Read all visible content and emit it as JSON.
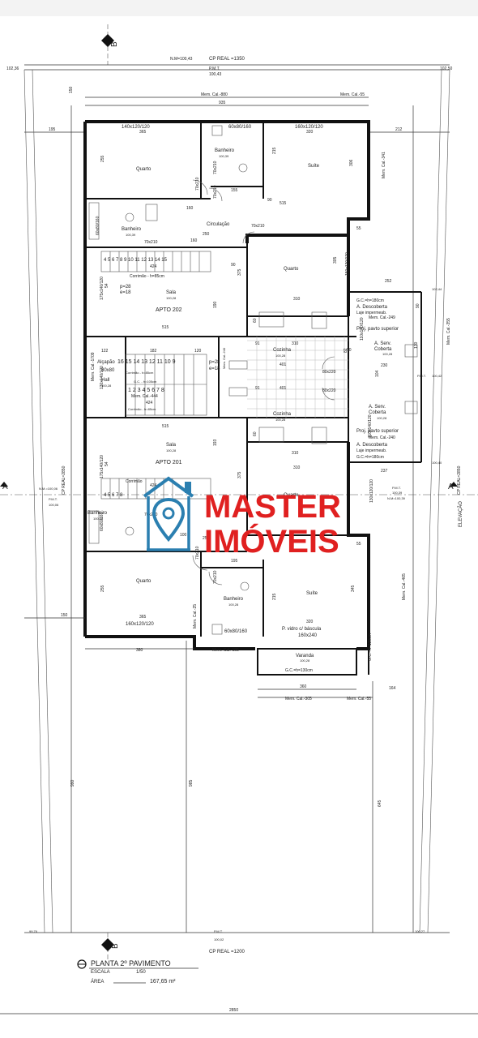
{
  "header": {
    "pmt": "P.M.T.",
    "nm_top": "N.M=100,43",
    "cp_real_top": "CP REAL =1350",
    "level_top": "100,43",
    "level_left": "102,36",
    "level_right": "102,50",
    "section_b": "B",
    "section_a": "A"
  },
  "dims": {
    "mem_cal_880": "Mem. Cal.-880",
    "d935": "935",
    "mem_cal_55": "Mem. Cal.-55",
    "d195": "195",
    "d212": "212",
    "d150": "150",
    "mem_cal_341": "Mem. Cal.-341",
    "mem_cal_1709": "Mem. Cal.-1709",
    "cp_real_2850_left": "CP REAL=2850",
    "cp_real_2850_right": "CP REAL=2850",
    "elevacao": "ELEVAÇÃO",
    "mem_cal_355": "Mem. Cal.-355",
    "mem_cal_465": "Mem. Cal.-465",
    "d990": "990",
    "d985": "985",
    "d645": "645",
    "d380": "380",
    "mem_cal_195": "Mem. Cal.-195",
    "mem_cal_25": "Mem. Cal.-25",
    "d360": "360",
    "mem_cal_305": "Mem. Cal.-305",
    "mem_cal_55b": "Mem. Cal.-55",
    "d164": "164",
    "d2850": "2850",
    "d150b": "150"
  },
  "rooms": {
    "quarto_top": "Quarto",
    "quarto_top_win": "140x120/120",
    "quarto_top_w": "365",
    "banheiro_top": "Banheiro",
    "banheiro_top_lvl": "100,39",
    "banheiro_top_win": "60x80/160",
    "suite_top": "Suíte",
    "suite_top_win": "160x120/120",
    "suite_top_w": "320",
    "d306_top": "306",
    "d255_top": "255",
    "d215_top": "215",
    "d155_top": "155",
    "d515_top": "515",
    "door_70x210_a": "70x210",
    "door_70x210_b": "70x210",
    "door_70x210_c": "70x210",
    "door_70x210_d": "70x210",
    "door_70x210_e": "70x210",
    "banheiro_mid_top": "Banheiro",
    "banheiro_mid_top_lvl": "100,39",
    "win_60x80_a": "60x80/160",
    "circulacao": "Circulação",
    "d250": "250",
    "d160": "160",
    "d160b": "160",
    "quarto_right_top": "Quarto",
    "win_150x120": "150x120/120",
    "d305": "305",
    "d310_qr": "310",
    "d55_top": "55",
    "d252": "252",
    "d90_a": "90",
    "d375": "375",
    "d190": "190",
    "stairs_top": "4 5 6 7 8 9 10 11 12 13 14 15",
    "corrimao_a": "Corrimão - h=85cm",
    "p28_a": "p=28",
    "e18_a": "e=18",
    "d424_a": "424",
    "sala_top": "Sala",
    "sala_top_lvl": "100,28",
    "apto_202": "APTO 202",
    "win_175x140": "175x140/120",
    "d515_sala": "515",
    "d54": "54",
    "gc_180_top": "G.C.=h=180cm",
    "a_desc_top": "A. Descoberta",
    "laje_top": "Laje impermeab.",
    "mem_cal_249": "Mem. Cal.-249",
    "proj_pavto_top": "Proj. pavto superior",
    "a_serv_top": "A. Serv.",
    "coberta_top": "Coberta",
    "a_serv_top_lvl": "100,28",
    "d230_a": "230",
    "d170_a": "170",
    "d90_b": "90",
    "lvl_102_44": "102,44",
    "cozinha_top": "Cozinha",
    "cozinha_top_lvl": "100,28",
    "d310_ck": "310",
    "d401_a": "401",
    "d91_a": "91",
    "win_80x220_a": "80x220",
    "win_110x140_a": "110x140/120",
    "d90_c": "90",
    "d60_a": "60",
    "d82_a": "82",
    "d104": "104",
    "alcapao": "Alçapão",
    "alcapao_dim": "80x80",
    "hall": "Hall",
    "hall_lvl": "100,28",
    "win_130x140": "130x140/120",
    "d122": "122",
    "d182": "182",
    "d120": "120",
    "stairs_mid_a": "16 15 14 13 12 11 10 9",
    "corrimao_b": "Corrimão - h=85cm",
    "gc_105": "G.C. - h=105cm",
    "stairs_mid_b": "1 2 3 4 5 6 7 8",
    "mem_cal_444": "Mem. Cal.-444",
    "d424_b": "424",
    "corrimao_c": "Corrimão - h=85cm",
    "p28_b": "p=28",
    "e18_b": "e=18",
    "mem_cal_240_a": "Mem. Cal.-240",
    "lvl_100_42": "100,42",
    "pm_label": "P.M.T.",
    "cozinha_bot": "Cozinha",
    "cozinha_bot_lvl": "100,28",
    "d401_b": "401",
    "d310_ck2": "310",
    "d91_b": "91",
    "win_80x220_b": "80x220",
    "d60_b": "60",
    "a_serv_bot": "A. Serv.",
    "coberta_bot": "Coberta",
    "a_serv_bot_lvl": "100,28",
    "proj_pavto_bot": "Proj. pavto superior",
    "mem_cal_240_b": "Mem. Cal.-240",
    "a_desc_bot": "A. Descoberta",
    "laje_bot": "Laje impermeab.",
    "gc_180_bot": "G.C.=h=180cm",
    "d237": "237",
    "lvl_100_40": "100,40",
    "win_110x140_b": "110x140/120",
    "d515_b": "515",
    "sala_bot": "Sala",
    "sala_bot_lvl": "100,28",
    "apto_201": "APTO 201",
    "d193": "193",
    "d375_b": "375",
    "d310_b": "310",
    "win_175x140_b": "175x140/120",
    "d54_b": "54",
    "d424_c": "424",
    "stairs_bot": "4 5 6 7 8",
    "corrimao_d": "Corrimão",
    "nm_100_06": "N.M.=100,06",
    "pmt_100_06": "P.M.T.",
    "lvl_100_06": "100,06",
    "banheiro_bot": "Banheiro",
    "banheiro_bot_lvl": "100,28",
    "win_60x80_b": "60x80/160",
    "door_70x210_f": "70x210",
    "d100": "100",
    "d250_b": "250",
    "quarto_right_bot": "Quarto",
    "win_130x120": "130x120/120",
    "d55_bot": "55",
    "pmt_right": "P.M.T.",
    "lvl_100_39": "100,39",
    "nm_right": "N.M=100,39",
    "quarto_bot": "Quarto",
    "d255_bot": "255",
    "d365_bot": "365",
    "win_160x120_b": "160x120/120",
    "d195_bot": "195",
    "door_70x210_g": "70x210",
    "door_70x210_h": "70x210",
    "banheiro_bot2": "Banheiro",
    "banheiro_bot2_lvl": "100,28",
    "d215_b": "215",
    "win_60x80_c": "60x80/160",
    "suite_bot": "Suíte",
    "d345": "345",
    "d320_b": "320",
    "win_vidro": "P. vidro c/ báscula",
    "win_vidro_dim": "160x240",
    "varanda": "Varanda",
    "varanda_lvl": "100,28",
    "gc_130": "G.C.=h=130cm",
    "gc_130b": "G.C.=h=130cm",
    "lvl_99_76": "99,76",
    "lvl_100_27": "100,27",
    "pmt_bot": "P.M.T.",
    "lvl_100_02": "100,02",
    "cp_real_bot": "CP REAL =1200"
  },
  "logo": {
    "line1": "MASTER",
    "line2": "IMÓVEIS",
    "color": "#e02020",
    "icon": "house-pin-icon",
    "icon_color": "#2b7fb0"
  },
  "caption": {
    "title": "PLANTA 2º PAVIMENTO",
    "escala_label": "ESCALA",
    "escala_value": "1/50",
    "area_label": "ÁREA",
    "area_value": "167,65 m²"
  }
}
